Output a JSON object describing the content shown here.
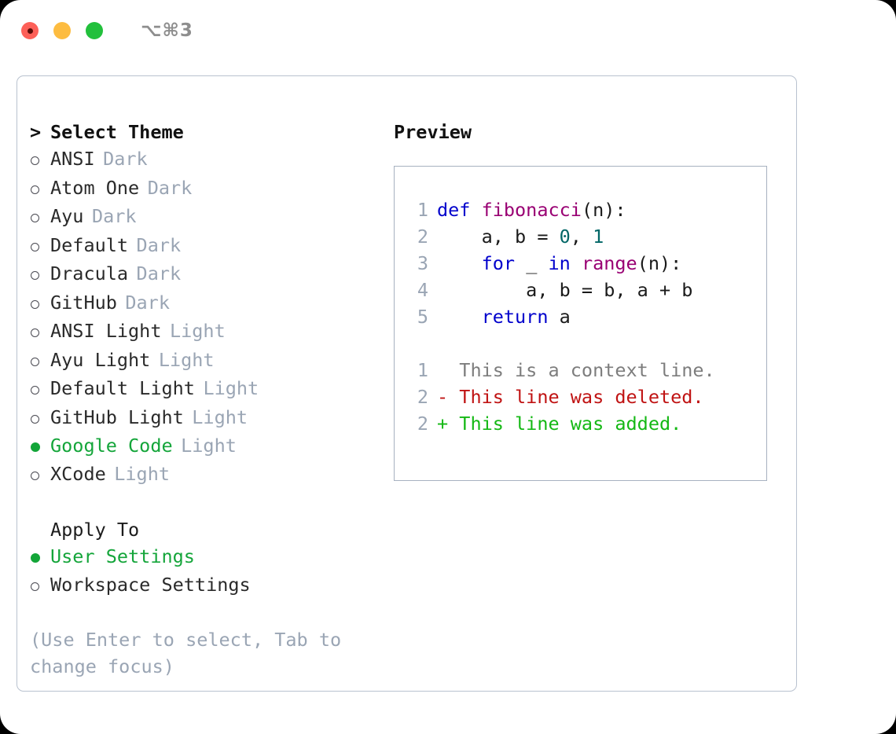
{
  "titlebar": {
    "shortcut": "⌥⌘3",
    "buttons": [
      {
        "name": "close",
        "color": "#fd6058"
      },
      {
        "name": "minimize",
        "color": "#fdbc40"
      },
      {
        "name": "maximize",
        "color": "#22c03c"
      }
    ]
  },
  "theme_picker": {
    "caret": ">",
    "title": "Select Theme",
    "items": [
      {
        "label": "ANSI",
        "tag": "Dark",
        "selected": false
      },
      {
        "label": "Atom One",
        "tag": "Dark",
        "selected": false
      },
      {
        "label": "Ayu",
        "tag": "Dark",
        "selected": false
      },
      {
        "label": "Default",
        "tag": "Dark",
        "selected": false
      },
      {
        "label": "Dracula",
        "tag": "Dark",
        "selected": false
      },
      {
        "label": "GitHub",
        "tag": "Dark",
        "selected": false
      },
      {
        "label": "ANSI Light",
        "tag": "Light",
        "selected": false
      },
      {
        "label": "Ayu Light",
        "tag": "Light",
        "selected": false
      },
      {
        "label": "Default Light",
        "tag": "Light",
        "selected": false
      },
      {
        "label": "GitHub Light",
        "tag": "Light",
        "selected": false
      },
      {
        "label": "Google Code",
        "tag": "Light",
        "selected": true
      },
      {
        "label": "XCode",
        "tag": "Light",
        "selected": false
      }
    ]
  },
  "apply_to": {
    "title": "Apply To",
    "items": [
      {
        "label": "User Settings",
        "selected": true
      },
      {
        "label": "Workspace Settings",
        "selected": false
      }
    ]
  },
  "hint": "(Use Enter to select, Tab to change focus)",
  "preview": {
    "title": "Preview",
    "code_lines": [
      {
        "no": "1",
        "tokens": [
          {
            "t": "def ",
            "c": "kw"
          },
          {
            "t": "fibonacci",
            "c": "fn"
          },
          {
            "t": "(n):",
            "c": "pun"
          }
        ]
      },
      {
        "no": "2",
        "tokens": [
          {
            "t": "    a, b = ",
            "c": "pln"
          },
          {
            "t": "0",
            "c": "num"
          },
          {
            "t": ", ",
            "c": "pun"
          },
          {
            "t": "1",
            "c": "num"
          }
        ]
      },
      {
        "no": "3",
        "tokens": [
          {
            "t": "    for",
            "c": "kw"
          },
          {
            "t": " _ ",
            "c": "pln"
          },
          {
            "t": "in",
            "c": "kw"
          },
          {
            "t": " ",
            "c": "pln"
          },
          {
            "t": "range",
            "c": "fn"
          },
          {
            "t": "(n):",
            "c": "pun"
          }
        ]
      },
      {
        "no": "4",
        "tokens": [
          {
            "t": "        a, b = b, a + b",
            "c": "pln"
          }
        ]
      },
      {
        "no": "5",
        "tokens": [
          {
            "t": "    return",
            "c": "kw"
          },
          {
            "t": " a",
            "c": "pln"
          }
        ]
      }
    ],
    "diff_lines": [
      {
        "no": "1",
        "marker": " ",
        "text": " This is a context line.",
        "kind": "diff-ctx"
      },
      {
        "no": "2",
        "marker": "-",
        "text": " This line was deleted.",
        "kind": "diff-del"
      },
      {
        "no": "2",
        "marker": "+",
        "text": " This line was added.",
        "kind": "diff-add"
      }
    ]
  },
  "colors": {
    "accent_green": "#14a53a",
    "muted": "#9aa5b4",
    "border": "#b9c2cf",
    "keyword": "#0000cc",
    "function": "#990073",
    "number": "#006666",
    "diff_added": "#14b814",
    "diff_deleted": "#c01313"
  }
}
